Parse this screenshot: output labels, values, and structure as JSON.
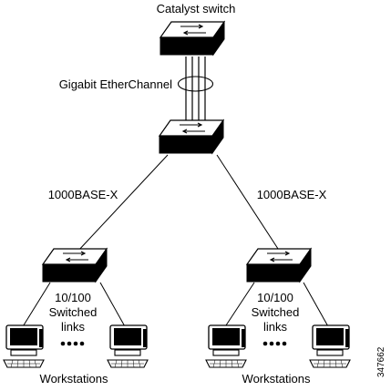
{
  "labels": {
    "catalyst_switch": "Catalyst switch",
    "etherchannel": "Gigabit EtherChannel",
    "uplink_left": "1000BASE-X",
    "uplink_right": "1000BASE-X",
    "left_links": [
      "10/100",
      "Switched",
      "links"
    ],
    "right_links": [
      "10/100",
      "Switched",
      "links"
    ],
    "workstations_left": "Workstations",
    "workstations_right": "Workstations",
    "figure_number": "347662"
  },
  "icons": {
    "switch": "switch-icon",
    "workstation": "workstation-icon"
  },
  "colors": {
    "switch_top": "#ffffff",
    "switch_front": "#000000",
    "line": "#000000"
  }
}
